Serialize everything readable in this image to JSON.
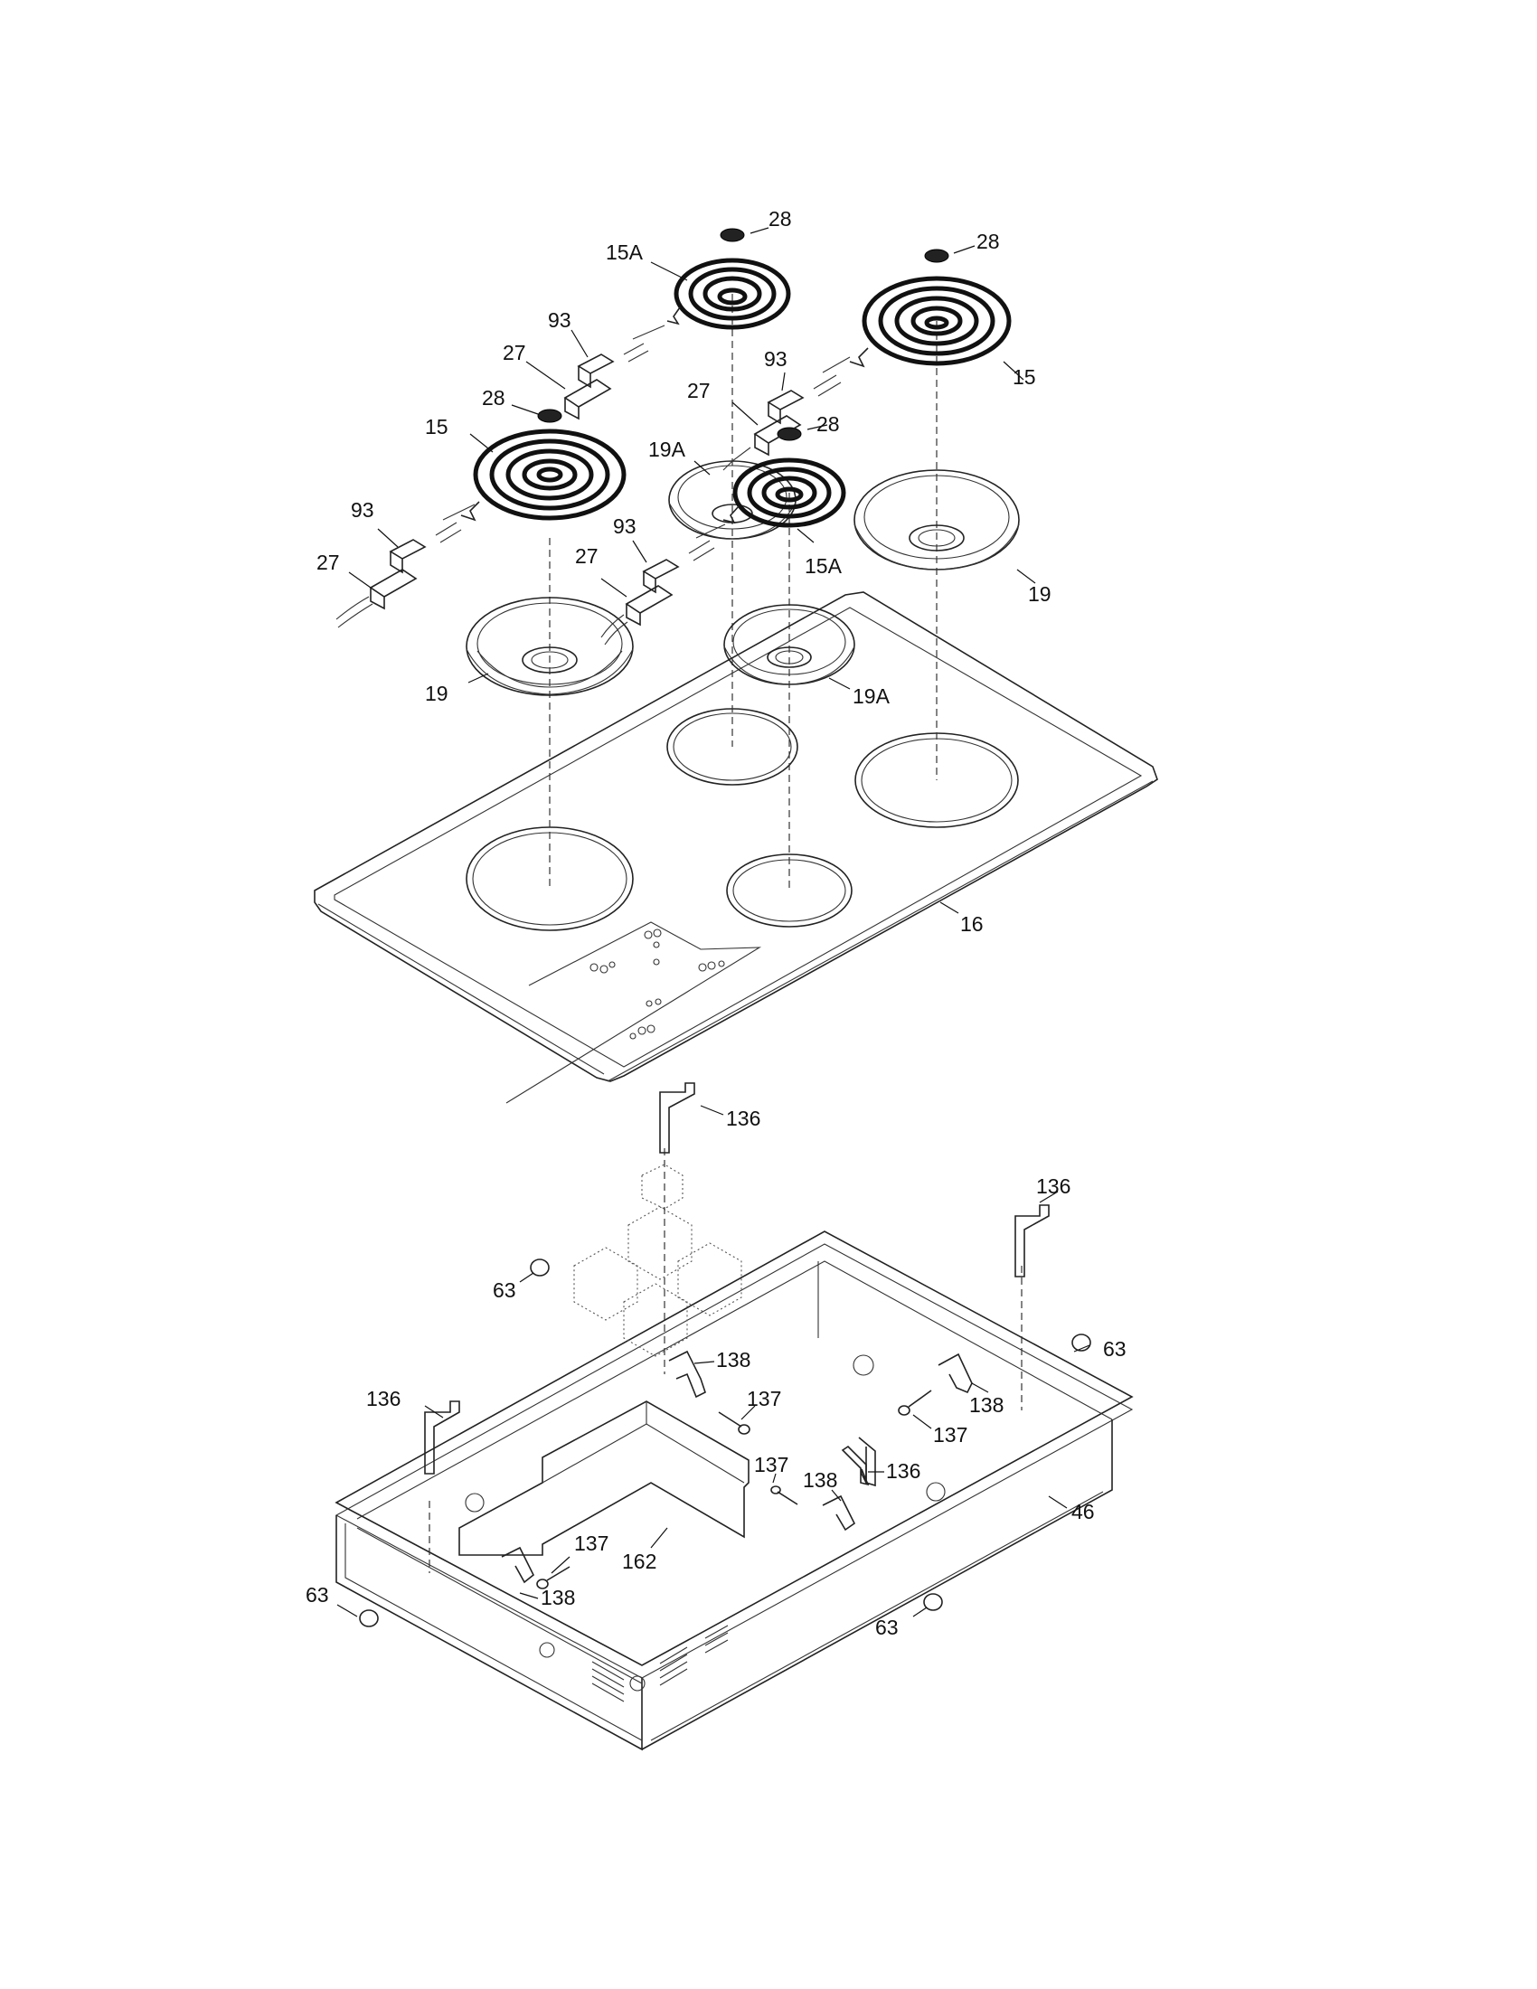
{
  "diagram": {
    "labels": [
      {
        "id": "l28a",
        "text": "28"
      },
      {
        "id": "l15a_top",
        "text": "15A"
      },
      {
        "id": "l28b",
        "text": "28"
      },
      {
        "id": "l93a",
        "text": "93"
      },
      {
        "id": "l27a",
        "text": "27"
      },
      {
        "id": "l28c",
        "text": "28"
      },
      {
        "id": "l93b",
        "text": "93"
      },
      {
        "id": "l27b",
        "text": "27"
      },
      {
        "id": "l15_right",
        "text": "15"
      },
      {
        "id": "l28d",
        "text": "28"
      },
      {
        "id": "l15_left",
        "text": "15"
      },
      {
        "id": "l19a_top",
        "text": "19A"
      },
      {
        "id": "l93c",
        "text": "93"
      },
      {
        "id": "l27c",
        "text": "27"
      },
      {
        "id": "l93d",
        "text": "93"
      },
      {
        "id": "l27d",
        "text": "27"
      },
      {
        "id": "l15a_mid",
        "text": "15A"
      },
      {
        "id": "l19_right",
        "text": "19"
      },
      {
        "id": "l19_left",
        "text": "19"
      },
      {
        "id": "l19a_mid",
        "text": "19A"
      },
      {
        "id": "l16",
        "text": "16"
      },
      {
        "id": "l136a",
        "text": "136"
      },
      {
        "id": "l136b",
        "text": "136"
      },
      {
        "id": "l63a",
        "text": "63"
      },
      {
        "id": "l63b",
        "text": "63"
      },
      {
        "id": "l138a",
        "text": "138"
      },
      {
        "id": "l137a",
        "text": "137"
      },
      {
        "id": "l138b",
        "text": "138"
      },
      {
        "id": "l137b",
        "text": "137"
      },
      {
        "id": "l136c",
        "text": "136"
      },
      {
        "id": "l137c",
        "text": "137"
      },
      {
        "id": "l138c",
        "text": "138"
      },
      {
        "id": "l136d",
        "text": "136"
      },
      {
        "id": "l46",
        "text": "46"
      },
      {
        "id": "l137d",
        "text": "137"
      },
      {
        "id": "l162",
        "text": "162"
      },
      {
        "id": "l63c",
        "text": "63"
      },
      {
        "id": "l138d",
        "text": "138"
      },
      {
        "id": "l63d",
        "text": "63"
      }
    ]
  }
}
